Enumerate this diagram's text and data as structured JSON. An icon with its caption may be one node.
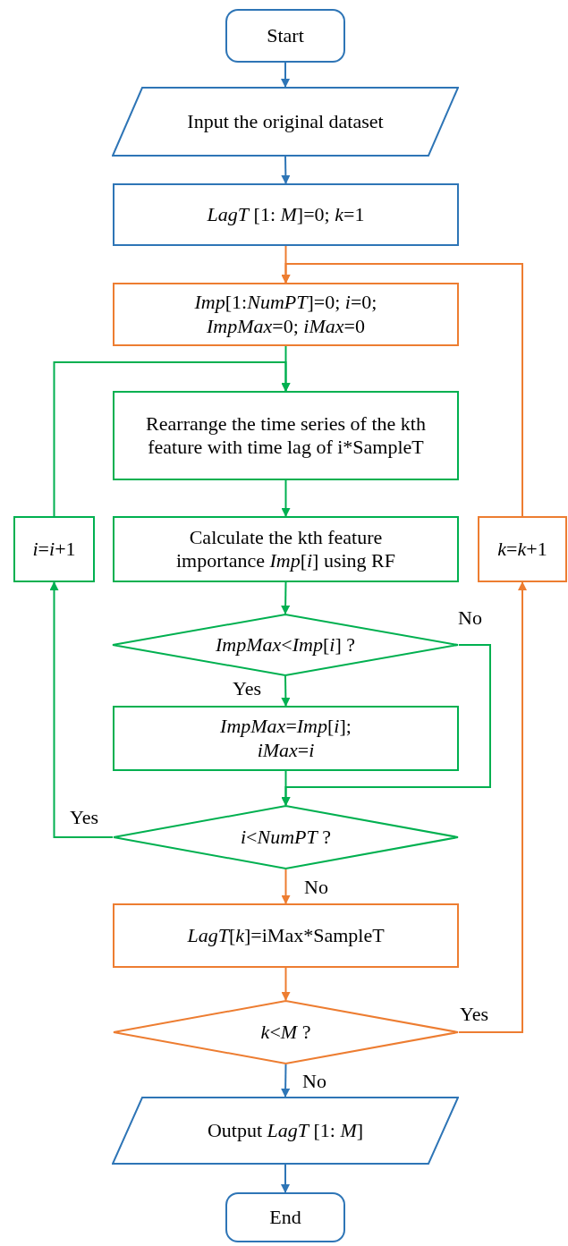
{
  "diagram": {
    "nodes": [
      {
        "text": [
          "Start"
        ]
      },
      {
        "text": [
          "Input the original dataset"
        ]
      },
      {
        "text": [
          "*LagT* [1: *M*]=0; *k*=1"
        ]
      },
      {
        "text": [
          "*Imp*[1:*NumPT*]=0; *i*=0; *ImpMax*=0; *iMax*=0"
        ]
      },
      {
        "text": [
          "Rearrange the time series of the kth feature with time lag of i*SampleT"
        ]
      },
      {
        "text": [
          "Calculate the kth feature importance *Imp*[*i*] using RF"
        ]
      },
      {
        "text": [
          "*ImpMax*<*Imp*[*i*] ?"
        ]
      },
      {
        "text": [
          "*ImpMax*=*Imp*[*i*]; *iMax*=*i*"
        ]
      },
      {
        "text": [
          "*i*<*NumPT* ?"
        ]
      },
      {
        "text": [
          "*LagT*[*k*]=iMax*SampleT"
        ]
      },
      {
        "text": [
          "*k*<*M* ?"
        ]
      },
      {
        "text": [
          "Output *LagT* [1: *M*]"
        ]
      },
      {
        "text": [
          "End"
        ]
      },
      {
        "text": [
          "*i*=*i*+1"
        ]
      },
      {
        "text": [
          "*k*=*k*+1"
        ]
      }
    ],
    "edges": [
      {
        "from": 0,
        "to": 1,
        "arrow": "to",
        "color": "#2e75b6"
      },
      {
        "from": 1,
        "to": 2,
        "arrow": "to",
        "color": "#2e75b6"
      },
      {
        "from": 2,
        "to": 3,
        "arrow": "to",
        "color": "#ed7d31"
      },
      {
        "from": 3,
        "to": 4,
        "arrow": "to"
      },
      {
        "from": 4,
        "to": 5,
        "arrow": "to"
      },
      {
        "from": 5,
        "to": 6,
        "arrow": "to"
      },
      {
        "from": 6,
        "to": 7,
        "arrow": "to",
        "label": "Yes"
      },
      {
        "from": 6,
        "to": 8,
        "arrow": "to",
        "label": "No"
      },
      {
        "from": 7,
        "to": 8,
        "arrow": "to"
      },
      {
        "from": 8,
        "to": 13,
        "arrow": "to",
        "label": "Yes"
      },
      {
        "from": 13,
        "to": 4,
        "arrow": "to"
      },
      {
        "from": 8,
        "to": 9,
        "arrow": "to",
        "label": "No",
        "color": "#ed7d31"
      },
      {
        "from": 9,
        "to": 10,
        "arrow": "to",
        "color": "#ed7d31"
      },
      {
        "from": 10,
        "to": 14,
        "arrow": "to",
        "label": "Yes",
        "color": "#ed7d31"
      },
      {
        "from": 14,
        "to": 3,
        "arrow": "to",
        "color": "#ed7d31"
      },
      {
        "from": 10,
        "to": 11,
        "arrow": "to",
        "label": "No",
        "color": "#2e75b6"
      },
      {
        "from": 11,
        "to": 12,
        "arrow": "to",
        "color": "#2e75b6"
      }
    ]
  }
}
